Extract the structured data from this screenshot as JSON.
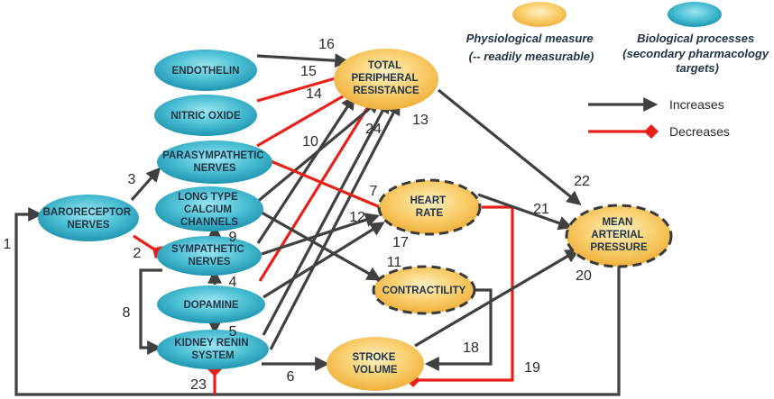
{
  "colors": {
    "increase": "#404040",
    "decrease": "#e8201a",
    "measure_fill": "#f7c45a",
    "process_fill": "#3fb0c7"
  },
  "legend": {
    "measure_line1": "Physiological measure",
    "measure_line2": "(-- readily measurable)",
    "process_line1": "Biological processes",
    "process_line2": "(secondary pharmacology",
    "process_line3": "targets)",
    "increases": "Increases",
    "decreases": "Decreases"
  },
  "nodes": {
    "endothelin": [
      "ENDOTHELIN"
    ],
    "nitric_oxide": [
      "NITRIC OXIDE"
    ],
    "parasympathetic": [
      "PARASYMPATHETIC",
      "NERVES"
    ],
    "long_type_calcium": [
      "LONG TYPE",
      "CALCIUM",
      "CHANNELS"
    ],
    "baroreceptor": [
      "BARORECEPTOR",
      "NERVES"
    ],
    "sympathetic": [
      "SYMPATHETIC",
      "NERVES"
    ],
    "dopamine": [
      "DOPAMINE"
    ],
    "kidney_renin": [
      "KIDNEY RENIN",
      "SYSTEM"
    ],
    "tpr": [
      "TOTAL",
      "PERIPHERAL",
      "RESISTANCE"
    ],
    "heart_rate": [
      "HEART",
      "RATE"
    ],
    "contractility": [
      "CONTRACTILITY"
    ],
    "stroke_volume": [
      "STROKE",
      "VOLUME"
    ],
    "map": [
      "MEAN",
      "ARTERIAL",
      "PRESSURE"
    ]
  },
  "edge_labels": {
    "e1": "1",
    "e2": "2",
    "e3": "3",
    "e4": "4",
    "e5": "5",
    "e6": "6",
    "e7": "7",
    "e8": "8",
    "e9": "9",
    "e10": "10",
    "e11": "11",
    "e12": "12",
    "e13": "13",
    "e14": "14",
    "e15": "15",
    "e16": "16",
    "e17": "17",
    "e18": "18",
    "e19": "19",
    "e20": "20",
    "e21": "21",
    "e22": "22",
    "e23": "23",
    "e24": "24"
  }
}
